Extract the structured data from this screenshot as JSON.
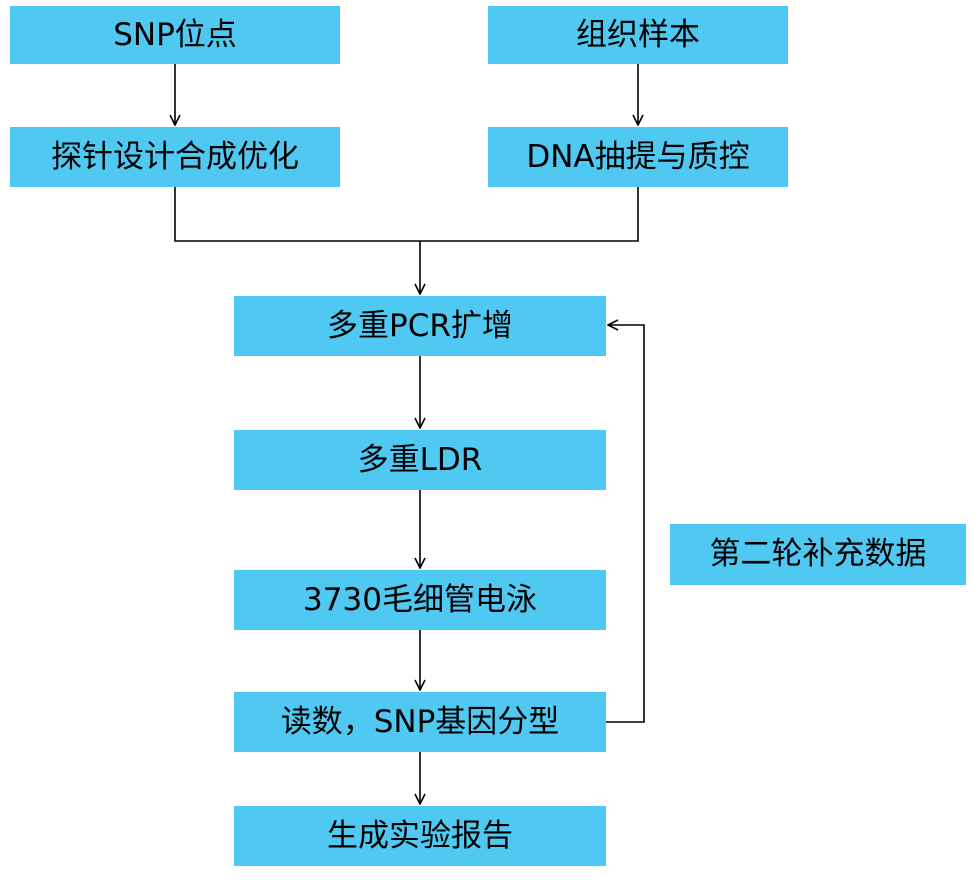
{
  "diagram": {
    "nodes": {
      "snp_sites": "SNP位点",
      "tissue_sample": "组织样本",
      "probe_design": "探针设计合成优化",
      "dna_extraction": "DNA抽提与质控",
      "multiplex_pcr": "多重PCR扩增",
      "multiplex_ldr": "多重LDR",
      "capillary_electrophoresis": "3730毛细管电泳",
      "read_genotype": "读数，SNP基因分型",
      "report": "生成实验报告",
      "second_round": "第二轮补充数据"
    },
    "colors": {
      "box_fill": "#4fc9f2",
      "text": "#000000",
      "line": "#000000"
    }
  }
}
